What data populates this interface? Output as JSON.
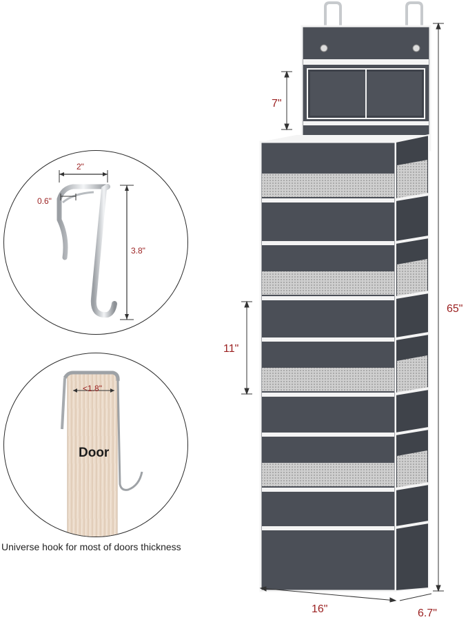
{
  "hook_detail": {
    "width_label": "2\"",
    "thickness_label": "0.6\"",
    "height_label": "3.8\""
  },
  "door_detail": {
    "gap_label": "<1.8\"",
    "door_label": "Door"
  },
  "caption": "Universe hook for most of doors thickness",
  "organizer": {
    "top_pocket_label": "7\"",
    "pocket_label": "11\"",
    "total_height_label": "65\"",
    "width_label": "16\"",
    "depth_label": "6.7\""
  },
  "colors": {
    "fabric": "#4b4f57",
    "fabric_dark": "#3f434a",
    "trim": "#f4f4f4",
    "mesh": "#c9c9c9",
    "dimension_text": "#9a1f1f",
    "door_wood": "#ead9c8"
  }
}
